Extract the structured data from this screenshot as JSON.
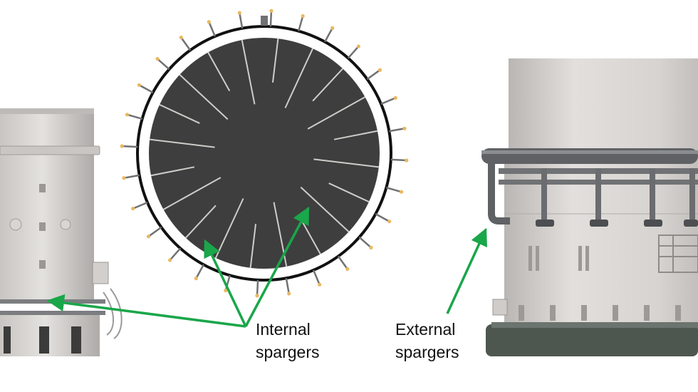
{
  "labels": {
    "internal": {
      "line1": "Internal",
      "line2": "spargers"
    },
    "external": {
      "line1": "External",
      "line2": "spargers"
    }
  },
  "colors": {
    "arrow": "#1aa64a",
    "vessel_light": "#d9d6d3",
    "vessel_mid": "#bfbcb9",
    "vessel_dark": "#8a8886",
    "interior": "#3e3e3e",
    "rim": "#111111",
    "pipe": "#6f7173",
    "sparger_tip": "#e8b860",
    "base": "#4d5750"
  },
  "internal_sparger_count": 20,
  "external_sparger_count": 28
}
